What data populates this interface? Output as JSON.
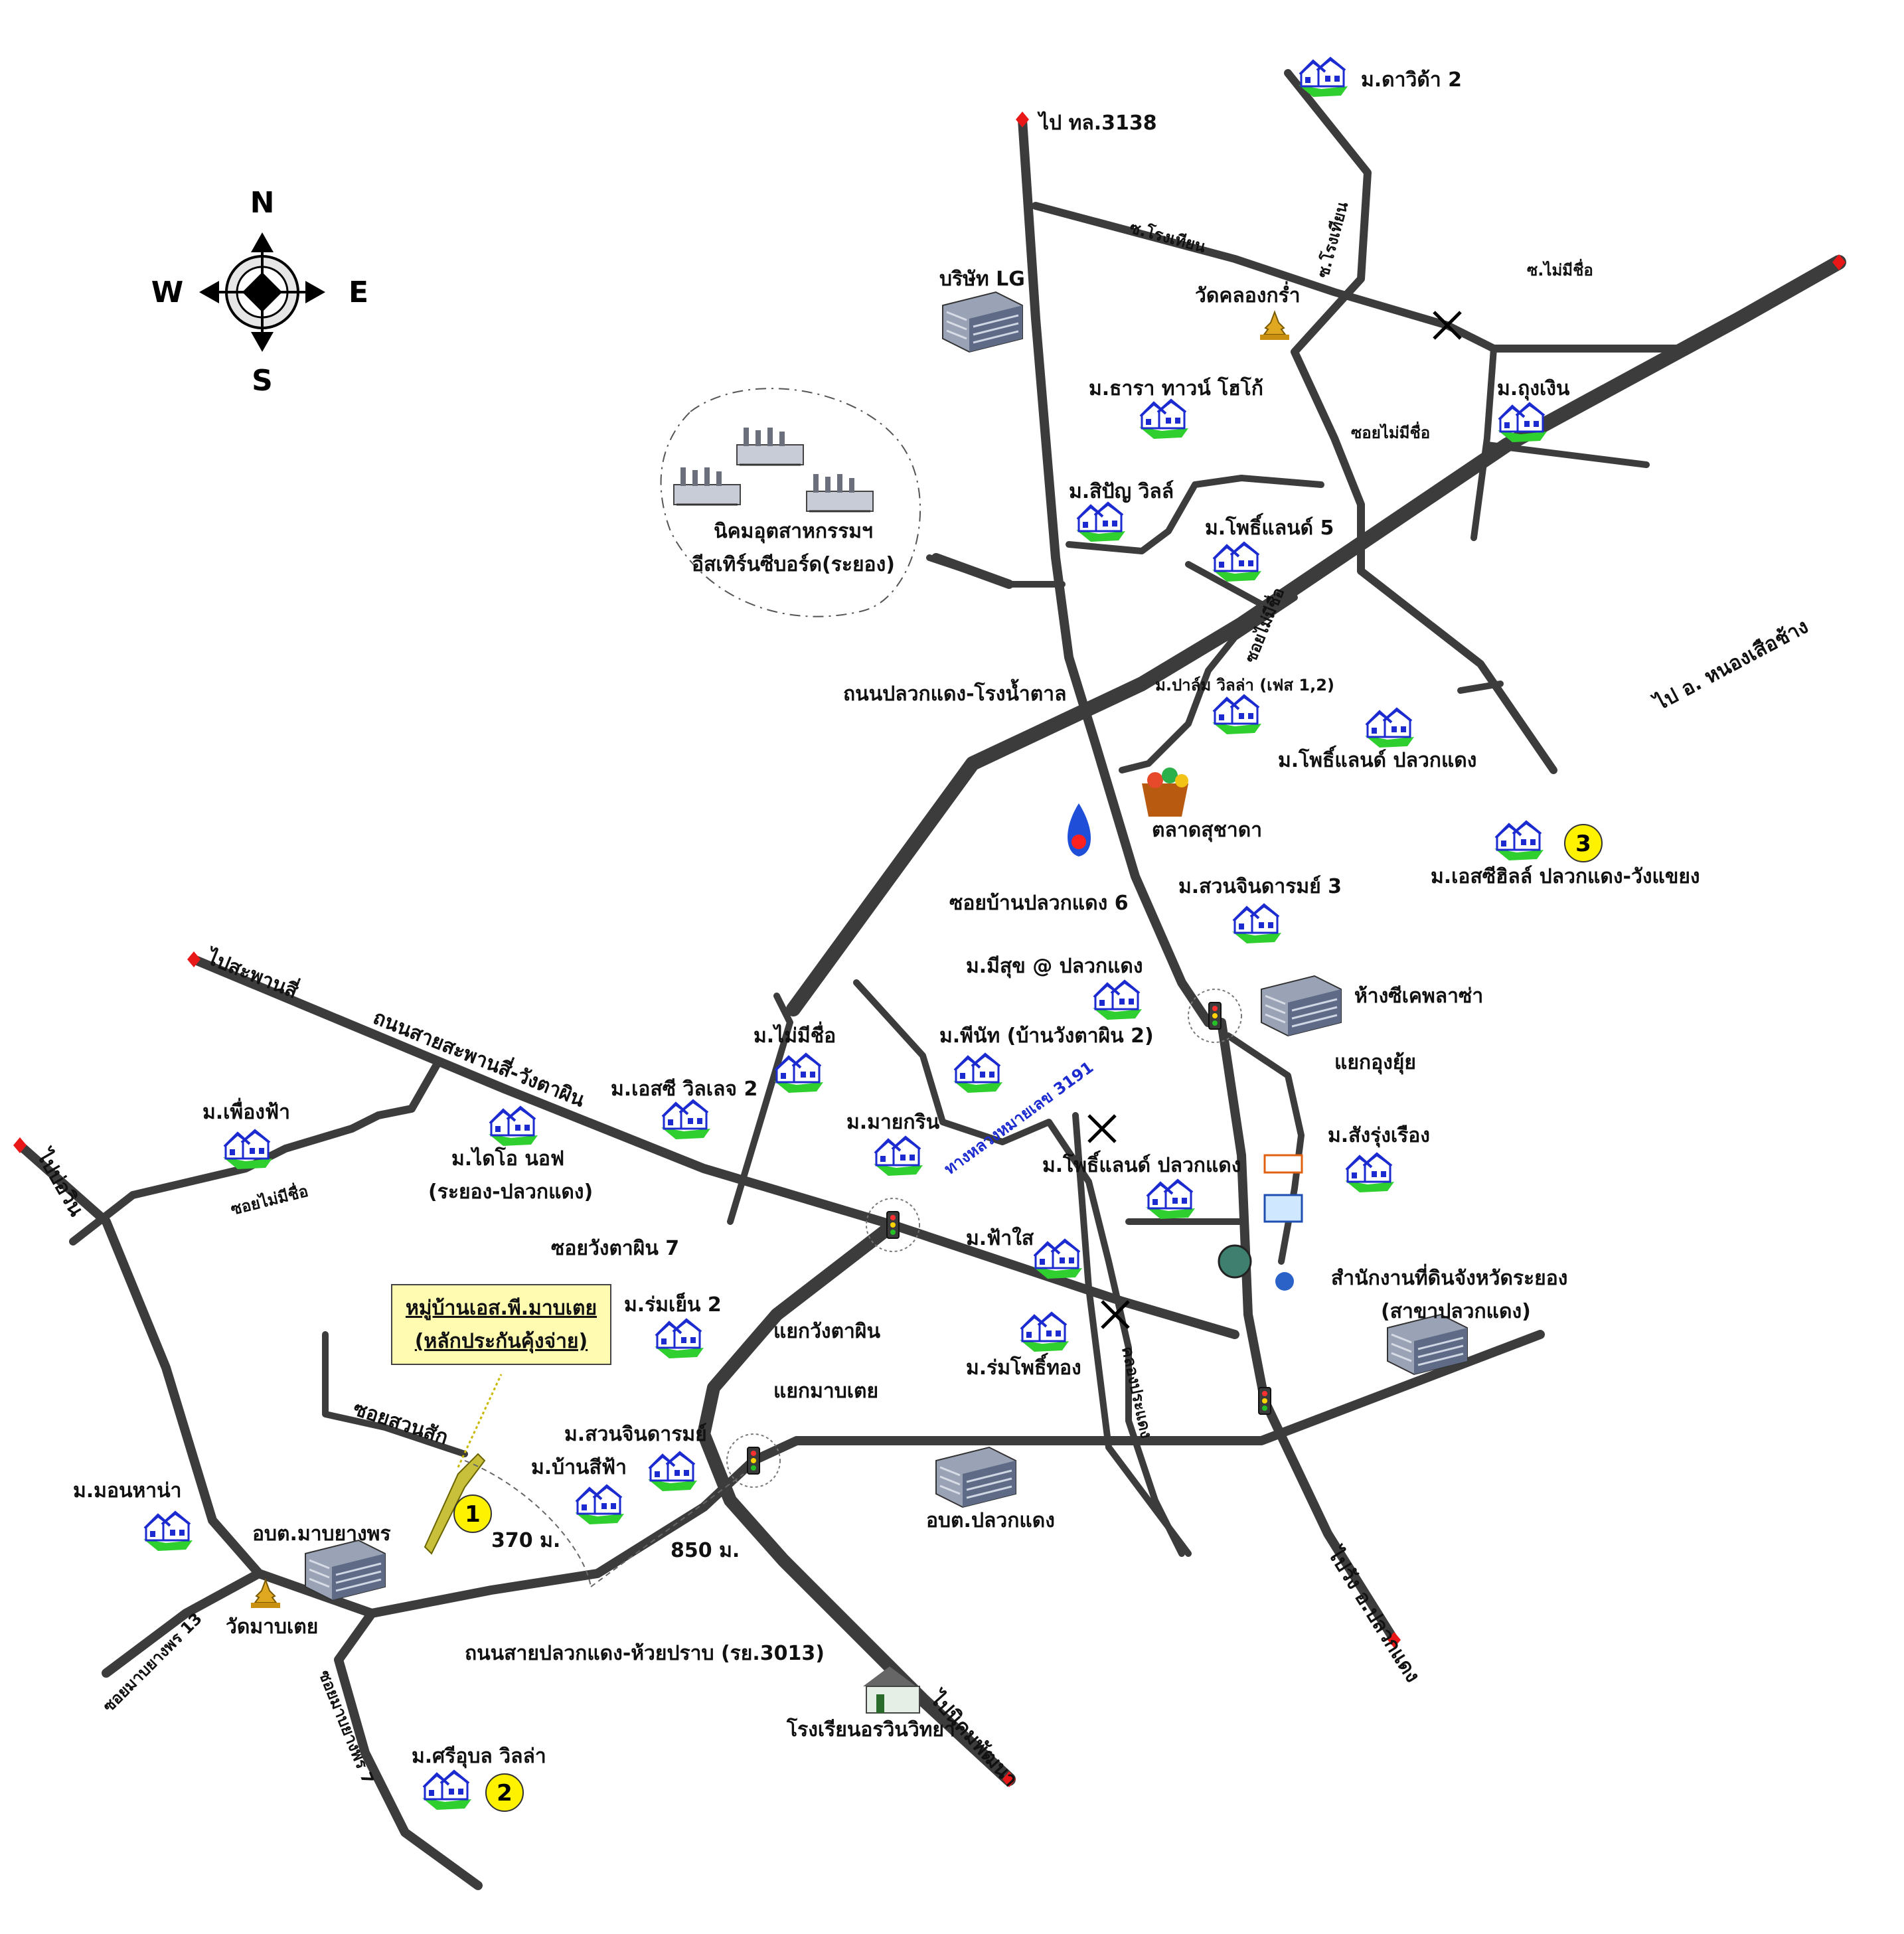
{
  "compass": {
    "n": "N",
    "s": "S",
    "e": "E",
    "w": "W"
  },
  "highlight": {
    "line1": "หมู่บ้านเอส.พี.มาบเตย",
    "line2": "(หลักประกันคุ้งจ่าย)"
  },
  "markers": {
    "m1": "1",
    "m2": "2",
    "m3": "3"
  },
  "distances": {
    "d370": "370 ม.",
    "d850": "850 ม."
  },
  "destinations": {
    "to3138": "ไป ทล.3138",
    "toNongsua": "ไป อ. หนองเสือช้าง",
    "toSaphan": "ไปสะพานสี่",
    "toKhlong": "ไปบ่อวิน",
    "toNikhom": "ไปนิคมพัฒนา",
    "toPluak": "ไปวัง อ.ปลวกแดง"
  },
  "roads": {
    "rongthian": "ซ.โรงเทียน",
    "rongthian2": "ซ.โรงเทียน",
    "maichue": "ซ.ไม่มีชื่อ",
    "soiMaichue1": "ซอยไม่มีชื่อ",
    "soiMaichue2": "ซอยไม่มีชื่อ",
    "soiMaichue3": "ซอยไม่มีชื่อ",
    "pluakRongnam": "ถนนปลวกแดง-โรงน้ำตาล",
    "soiPluak6": "ซอยบ้านปลวกแดง 6",
    "hwy3191": "ทางหลวงหมายเลข 3191",
    "saphanWang": "ถนนสายสะพานสี่-วังตาผิน",
    "soiWang7": "ซอยวังตาผิน 7",
    "soiSuan": "ซอยสวนสัก",
    "pluakHuai": "ถนนสายปลวกแดง-ห้วยปราบ (รย.3013)",
    "soiMab13": "ซอยมาบยางพร 13",
    "soiMab7": "ซอยมาบยางพร 7",
    "khlongPrao": "คลองประแดง",
    "maiMiChue": "ม.ไม่มีชื่อ"
  },
  "junctions": {
    "kungyu": "แยกอุงยุ้ย",
    "wangtaphin": "แยกวังตาผิน",
    "mabtoei": "แยกมาบเตย"
  },
  "places": {
    "lg": "บริษัท LG",
    "watKhlong": "วัดคลองกร่ำ",
    "eastern1": "นิคมอุตสาหกรรมฯ",
    "eastern2": "อีสเทิร์นซีบอร์ด(ระยอง)",
    "market": "ตลาดสุชาดา",
    "mall": "ห้างซีเคพลาซ่า",
    "landOffice1": "สำนักงานที่ดินจังหวัดระยอง",
    "landOffice2": "(สาขาปลวกแดง)",
    "obtMab": "อบต.มาบยางพร",
    "watMab": "วัดมาบเตย",
    "obtPluak": "อบต.ปลวกแดง",
    "school": "โรงเรียนอรวินวิทยา"
  },
  "villages": {
    "dawika": "ม.ดาวิด้า 2",
    "thongngen": "ม.ถุงเงิน",
    "thara": "ม.ธารา ทาวน์ โฮโก้",
    "siphan": "ม.สิปัญ วิลล์",
    "phoLand5": "ม.โพธิ์แลนด์ 5",
    "palm": "ม.ปาล์ม วิลล่า (เฟส 1,2)",
    "phoPluak": "ม.โพธิ์แลนด์ ปลวกแดง",
    "scHill": "ม.เอสซีฮิลล์ ปลวกแดง-วังแขยง",
    "suanJin3": "ม.สวนจินดารมย์ 3",
    "misuk": "ม.มีสุข @ ปลวกแดง",
    "phanit": "ม.พีนัท (บ้านวังตาผิน 2)",
    "mayakarin": "ม.มายกริน",
    "phoPluak2": "ม.โพธิ์แลนด์ ปลวกแดง",
    "sangrung": "ม.สังรุ่งเรือง",
    "fasai": "ม.ฟ้าใส",
    "rommaiphotong": "ม.ร่มโพธิ์ทอง",
    "esvillage": "ม.เอสซี วิลเลจ 2",
    "phuangfa": "ม.เพื่องฟ้า",
    "daio": "ม.ไดโอ นอฟ",
    "daio2": "(ระยอง-ปลวกแดง)",
    "romyen": "ม.ร่มเย็น 2",
    "suanJin": "ม.สวนจินดารมย์",
    "banSifa": "ม.บ้านสีฟ้า",
    "mornhana": "ม.มอนหาน่า",
    "sriubol": "ม.ศรีอุบล วิลล่า"
  }
}
